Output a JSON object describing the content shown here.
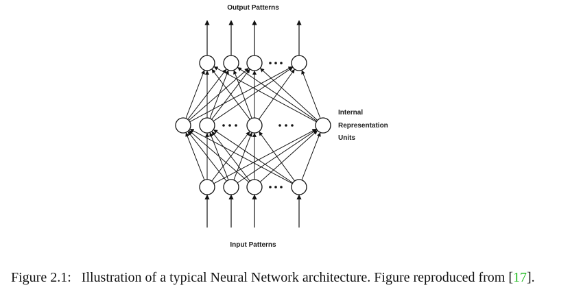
{
  "figure": {
    "output_label": "Output Patterns",
    "input_label": "Input Patterns",
    "internal_label_lines": [
      "Internal",
      "Representation",
      "Units"
    ]
  },
  "caption": {
    "label": "Figure 2.1:",
    "text": "Illustration of a typical Neural Network architecture. Figure reproduced from",
    "citation_open": "[",
    "citation_number": "17",
    "citation_close": "]."
  }
}
